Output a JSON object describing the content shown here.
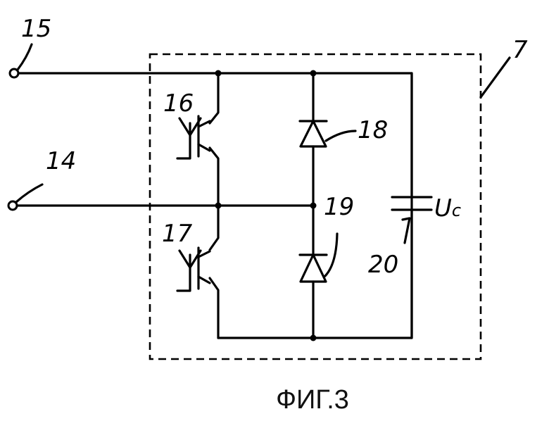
{
  "labels": {
    "terminal_15": "15",
    "terminal_14": "14",
    "module": "7",
    "switch_upper": "16",
    "switch_lower": "17",
    "diode_upper": "18",
    "midpoint": "19",
    "capacitor": "20",
    "capacitor_voltage": "U",
    "capacitor_voltage_sub": "c"
  },
  "caption": "ФИГ.3"
}
